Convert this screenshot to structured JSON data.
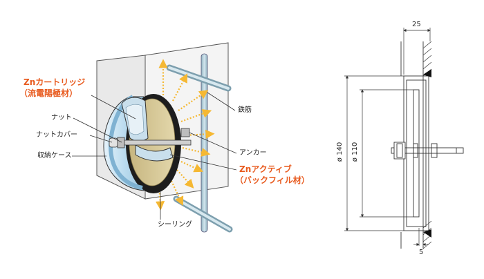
{
  "callouts": {
    "zn_cartridge_line1": "Znカートリッジ",
    "zn_cartridge_line2": "（流電陽極材）",
    "nut": "ナット",
    "nut_cover": "ナットカバー",
    "storage_case": "収納ケース",
    "rebar": "鉄筋",
    "anchor": "アンカー",
    "zn_active_line1": "Znアクティブ",
    "zn_active_line2": "（バックフィル材）",
    "sealing": "シーリング"
  },
  "dimensions": {
    "top_width": "25",
    "outer_diameter": "ø 140",
    "inner_diameter": "ø 110",
    "bottom_width": "5"
  },
  "colors": {
    "highlight": "#e85a1e",
    "case_blue": "#bcdcef",
    "flow_arrow": "#f5b833",
    "concrete": "#f2f2f2",
    "rebar": "#a9c6d2"
  }
}
